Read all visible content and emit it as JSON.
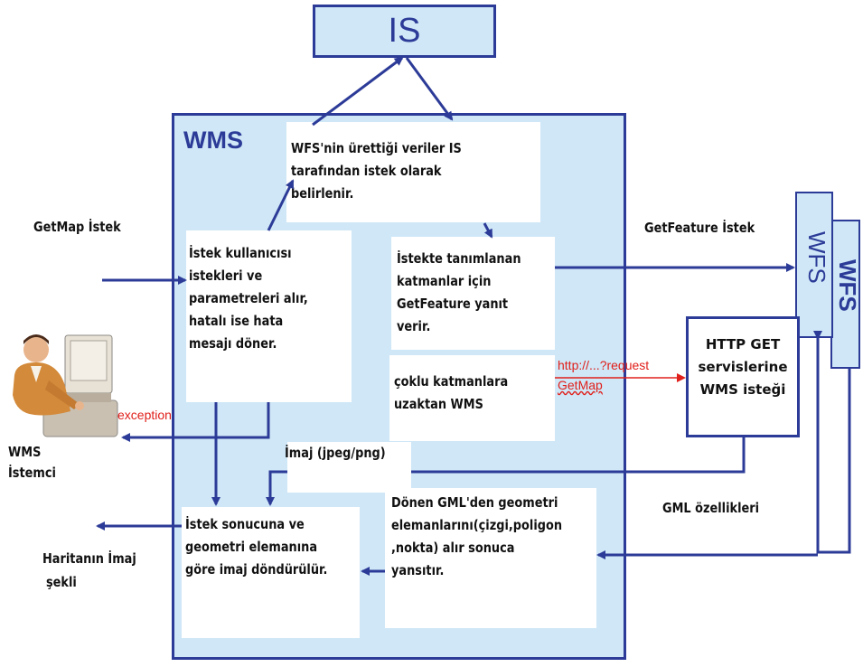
{
  "nodes": {
    "is": "IS",
    "wms": "WMS",
    "wfs_front": "WFS",
    "wfs_back": "WFS"
  },
  "boxes": {
    "wfs_determination": [
      "WFS'nin ürettiği veriler IS",
      "tarafından istek olarak",
      "belirlenir."
    ],
    "request_check": [
      "İstek kullanıcısı",
      "istekleri ve",
      "parametreleri alır,",
      "hatalı ise hata",
      "mesajı döner."
    ],
    "getfeature_response": [
      "İstekte tanımlanan",
      "katmanlar için",
      "GetFeature yanıt",
      "verir."
    ],
    "multi_layer": [
      "çoklu katmanlara",
      "uzaktan WMS"
    ],
    "http_get": [
      "HTTP GET",
      "servislerine",
      "WMS isteği"
    ],
    "image_format": "İmaj (jpeg/png)",
    "gml_geometry": [
      "Dönen GML'den geometri",
      "elemanlarını(çizgi,poligon",
      ",nokta) alır sonuca",
      "yansıtır."
    ],
    "result_image": [
      "İstek sonucuna ve",
      "geometri elemanına",
      "göre imaj döndürülür."
    ]
  },
  "labels": {
    "getmap_request": "GetMap İstek",
    "getfeature_request": "GetFeature İstek",
    "gml_features": "GML özellikleri",
    "exception": "exception",
    "client": [
      "WMS",
      "İstemci"
    ],
    "map_image": [
      "Haritanın İmaj",
      "şekli"
    ],
    "http_url": "http://...?request",
    "http_getmap": "GetMap"
  },
  "colors": {
    "box_fill": "#cfe7f7",
    "line": "#2c3b97",
    "exception": "#e0201b"
  },
  "icons": {
    "client": "person-at-computer-icon"
  }
}
